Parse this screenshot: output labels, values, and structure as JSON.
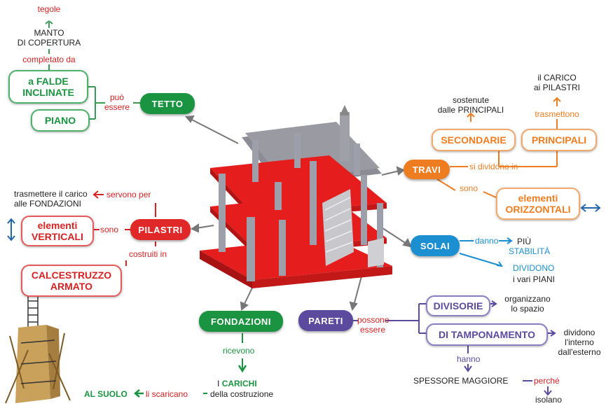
{
  "colors": {
    "tetto": "#1a9440",
    "pilastri": "#e02828",
    "travi": "#ee7d22",
    "solai": "#1b8fd0",
    "fondazioni": "#1a9440",
    "pareti": "#5b4a9e"
  },
  "nodes": {
    "tetto": "TETTO",
    "pilastri": "PILASTRI",
    "travi": "TRAVI",
    "solai": "SOLAI",
    "fondazioni": "FONDAZIONI",
    "pareti": "PARETI"
  },
  "tetto": {
    "tegole": "tegole",
    "manto_line1": "MANTO",
    "manto_line2": "DI COPERTURA",
    "completato_da": "completato da",
    "falde_line1": "a FALDE",
    "falde_line2": "INCLINATE",
    "piano": "PIANO",
    "puo_line1": "può",
    "puo_line2": "essere"
  },
  "pilastri": {
    "trasmettere_line1": "trasmettere il carico",
    "trasmettere_line2": "alle FONDAZIONI",
    "servono_per": "servono per",
    "verticali_line1": "elementi",
    "verticali_line2": "VERTICALI",
    "sono": "sono",
    "costruiti_in": "costruiti in",
    "calcestruzzo_line1": "CALCESTRUZZO",
    "calcestruzzo_line2": "ARMATO"
  },
  "travi": {
    "carico_line1": "il CARICO",
    "carico_line2": "ai PILASTRI",
    "sostenute_line1": "sostenute",
    "sostenute_line2": "dalle PRINCIPALI",
    "trasmettono": "trasmettono",
    "secondarie": "SECONDARIE",
    "principali": "PRINCIPALI",
    "si_dividono_in": "si dividono in",
    "sono": "sono",
    "orizzontali_line1": "elementi",
    "orizzontali_line2": "ORIZZONTALI"
  },
  "solai": {
    "danno": "danno",
    "piu": "PIÙ",
    "stabilita": "STABILITÀ",
    "dividono": "DIVIDONO",
    "vari_piani": "i vari PIANI"
  },
  "fondazioni": {
    "ricevono": "ricevono",
    "i_prefix": "I",
    "carichi": "CARICHI",
    "della_costruzione": "della costruzione",
    "li_scaricano": "li scaricano",
    "al_suolo": "AL SUOLO"
  },
  "pareti": {
    "possono_line1": "possono",
    "possono_line2": "essere",
    "divisorie": "DIVISORIE",
    "organizzano_line1": "organizzano",
    "organizzano_line2": "lo spazio",
    "tamponamento": "DI TAMPONAMENTO",
    "dividono_line1": "dividono",
    "dividono_line2": "l'interno",
    "dividono_line3": "dall'esterno",
    "hanno": "hanno",
    "spessore": "SPESSORE MAGGIORE",
    "perche": "perché",
    "isolano": "isolano"
  }
}
